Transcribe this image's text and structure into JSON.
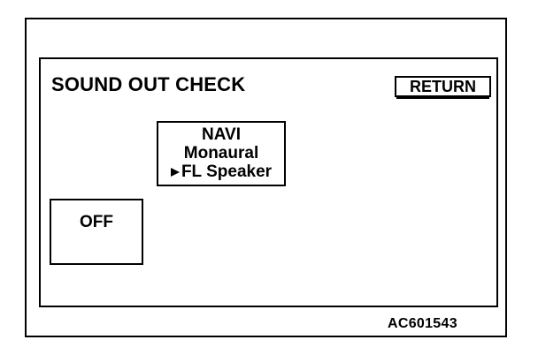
{
  "screen": {
    "title": "SOUND OUT CHECK",
    "return_label": "RETURN",
    "off_label": "OFF"
  },
  "output_selector": {
    "source": "NAVI",
    "mode": "Monaural",
    "speaker": "FL Speaker",
    "pointer_icon": "triangle-right-icon"
  },
  "figure_code": "AC601543"
}
